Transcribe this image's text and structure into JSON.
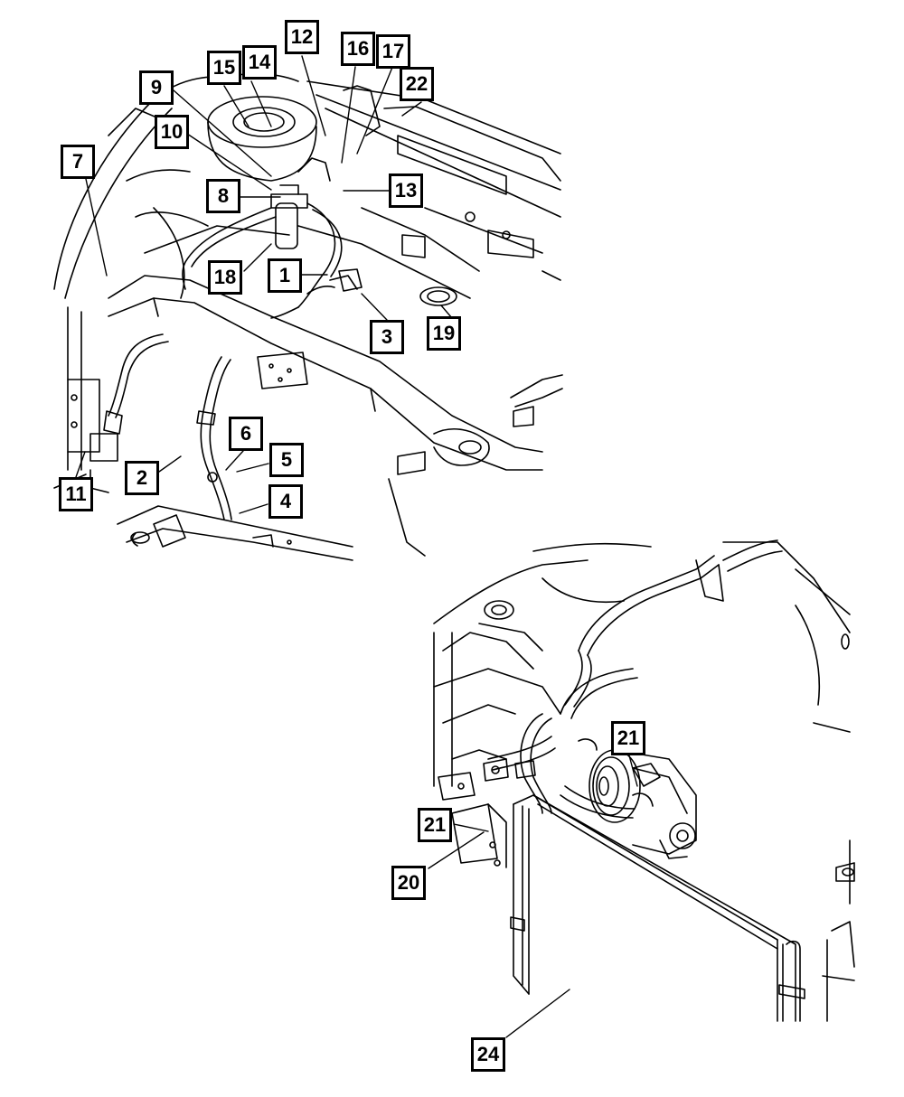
{
  "colors": {
    "line": "#000000",
    "background": "#ffffff"
  },
  "callouts": [
    {
      "id": "1",
      "label": "1"
    },
    {
      "id": "2",
      "label": "2"
    },
    {
      "id": "3",
      "label": "3"
    },
    {
      "id": "4",
      "label": "4"
    },
    {
      "id": "5",
      "label": "5"
    },
    {
      "id": "6",
      "label": "6"
    },
    {
      "id": "7",
      "label": "7"
    },
    {
      "id": "8",
      "label": "8"
    },
    {
      "id": "9",
      "label": "9"
    },
    {
      "id": "10",
      "label": "10"
    },
    {
      "id": "11",
      "label": "11"
    },
    {
      "id": "12",
      "label": "12"
    },
    {
      "id": "13",
      "label": "13"
    },
    {
      "id": "14",
      "label": "14"
    },
    {
      "id": "15",
      "label": "15"
    },
    {
      "id": "16",
      "label": "16"
    },
    {
      "id": "17",
      "label": "17"
    },
    {
      "id": "18",
      "label": "18"
    },
    {
      "id": "19",
      "label": "19"
    },
    {
      "id": "20",
      "label": "20"
    },
    {
      "id": "21a",
      "label": "21"
    },
    {
      "id": "21b",
      "label": "21"
    },
    {
      "id": "22",
      "label": "22"
    },
    {
      "id": "24",
      "label": "24"
    }
  ]
}
